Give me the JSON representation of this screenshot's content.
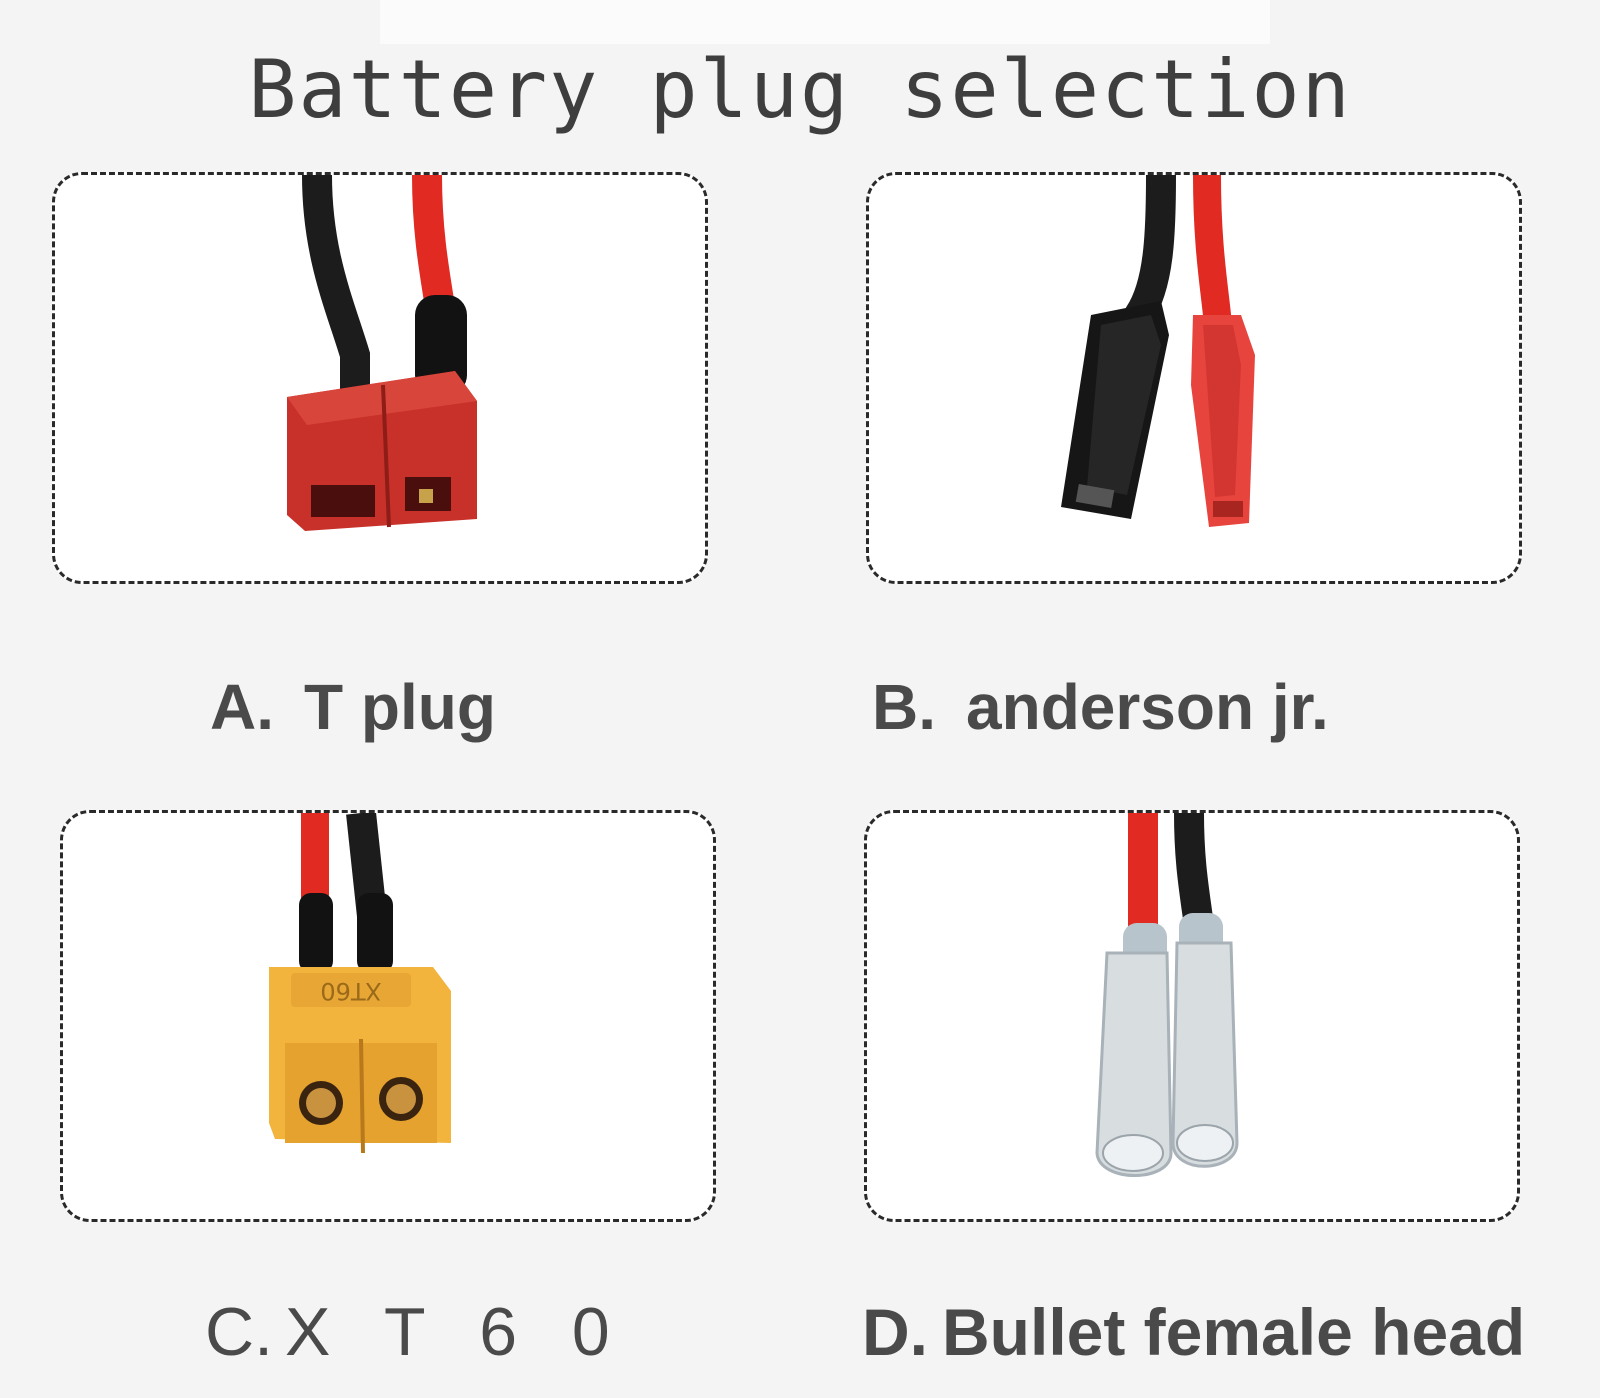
{
  "title": "Battery plug selection",
  "options": [
    {
      "letter": "A.",
      "name": "T plug"
    },
    {
      "letter": "B.",
      "name": "anderson jr."
    },
    {
      "letter": "C.",
      "name": "X T 6 0"
    },
    {
      "letter": "D.",
      "name": "Bullet female head"
    }
  ],
  "xt60_marking": "XT60",
  "colors": {
    "red_wire": "#e02a22",
    "black_wire": "#1c1c1c",
    "t_plug_housing": "#c8302a",
    "anderson_black": "#161616",
    "anderson_red": "#e8443e",
    "xt60_yellow": "#f2b43c",
    "bullet_sleeve": "#d8dde0",
    "dashed_border": "#2a2a2a"
  }
}
